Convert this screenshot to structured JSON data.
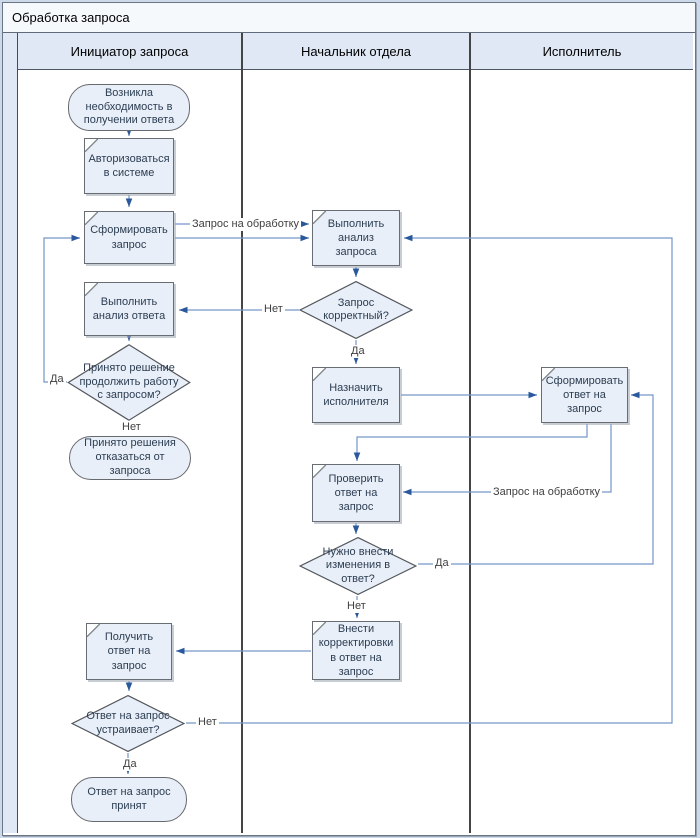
{
  "title": "Обработка запроса",
  "lanes": [
    {
      "label": "Инициатор запроса"
    },
    {
      "label": "Начальник отдела"
    },
    {
      "label": "Исполнитель"
    }
  ],
  "nodes": {
    "start": {
      "type": "terminator",
      "text": "Возникла необходимость в получении ответа"
    },
    "authorize": {
      "type": "process",
      "text": "Авторизоваться в системе"
    },
    "form_request": {
      "type": "process",
      "text": "Сформировать запрос"
    },
    "analyze_answer": {
      "type": "process",
      "text": "Выполнить анализ ответа"
    },
    "decision_continue": {
      "type": "decision",
      "text": "Принято решение продолжить работу с запросом?"
    },
    "declined": {
      "type": "terminator",
      "text": "Принято решения отказаться от запроса"
    },
    "analyze_request": {
      "type": "process",
      "text": "Выполнить анализ запроса"
    },
    "decision_correct": {
      "type": "decision",
      "text": "Запрос корректный?"
    },
    "assign_executor": {
      "type": "process",
      "text": "Назначить исполнителя"
    },
    "form_answer": {
      "type": "process",
      "text": "Сформировать ответ на запрос"
    },
    "check_answer": {
      "type": "process",
      "text": "Проверить ответ на запрос"
    },
    "decision_changes": {
      "type": "decision",
      "text": "Нужно внести изменения в ответ?"
    },
    "make_corrections": {
      "type": "process",
      "text": "Внести корректировки в ответ на запрос"
    },
    "receive_answer": {
      "type": "process",
      "text": "Получить ответ на запрос"
    },
    "decision_satisfied": {
      "type": "decision",
      "text": "Ответ на запрос устраивает?"
    },
    "accepted": {
      "type": "terminator",
      "text": "Ответ на запрос принят"
    }
  },
  "edge_labels": {
    "yes": "Да",
    "no": "Нет",
    "to_processing": "Запрос на обработку"
  },
  "colors": {
    "connector": "#7396c8",
    "arrowhead": "#2a589c",
    "shape_fill": "#e9eff8",
    "lane_header_fill": "#dfe8f4",
    "shape_text": "#2b3d52"
  }
}
